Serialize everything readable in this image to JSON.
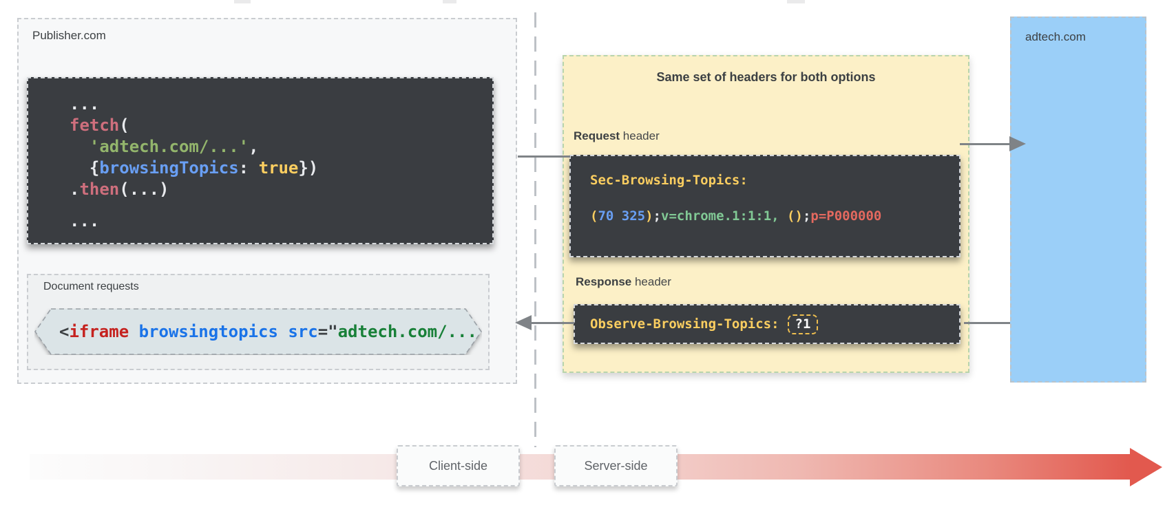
{
  "publisher": {
    "label": "Publisher.com",
    "fetch_code": {
      "line1": "...",
      "l2_kw": "fetch",
      "l2_paren": "(",
      "l3_indent": "  ",
      "l3_str": "'adtech.com/...'",
      "l3_comma": ",",
      "l4_pre": "  {",
      "l4_prop": "browsingTopics",
      "l4_colon": ": ",
      "l4_bool": "true",
      "l4_close": "})",
      "l5_dot": ".",
      "l5_kw": "then",
      "l5_args": "(...)",
      "line6": "..."
    },
    "doc_requests": {
      "label": "Document requests",
      "lt": "<",
      "tag": "iframe",
      "attr": " browsingtopics ",
      "src": "src",
      "eq": "=\"",
      "url": "adtech.com/..."
    }
  },
  "headers_panel": {
    "title": "Same set of headers for both options",
    "request_label": {
      "bold": "Request",
      "rest": " header"
    },
    "request": {
      "name": "Sec-Browsing-Topics:",
      "p1": "(",
      "nums": "70 325",
      "p2": ")",
      "s1": ";",
      "version": "v=chrome.1:1:1,",
      "sp": " ",
      "p3": "()",
      "s2": ";",
      "privacy": "p=P000000"
    },
    "response_label": {
      "bold": "Response",
      "rest": " header"
    },
    "response": {
      "name": "Observe-Browsing-Topics:",
      "value": "?1"
    }
  },
  "adtech": {
    "label": "adtech.com"
  },
  "timeline": {
    "client": "Client-side",
    "server": "Server-side"
  },
  "colors": {
    "panel_yellow": "#fcf0c7",
    "panel_blue": "#9bcff8",
    "code_bg": "#3a3d41",
    "gold": "#fbce60",
    "code_blue": "#699ff4",
    "code_green": "#93b56c",
    "header_green": "#81c995",
    "rose": "#ce6f7d",
    "salmon": "#e4695f",
    "html_red": "#c5221f",
    "html_blue": "#1a73e8",
    "html_green": "#188038",
    "arrow_gray": "#7f8387",
    "timeline_red": "#e2594e"
  }
}
